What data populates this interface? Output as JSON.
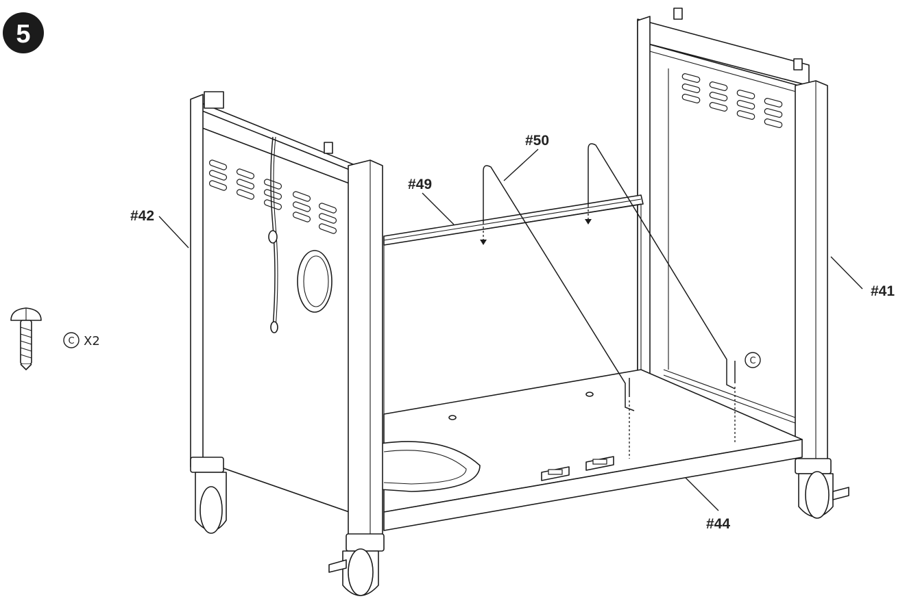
{
  "step": {
    "number": "5"
  },
  "hardware": {
    "letter": "C",
    "quantity": "X2"
  },
  "parts": {
    "p42": "#42",
    "p41": "#41",
    "p49": "#49",
    "p50": "#50",
    "p44": "#44"
  },
  "callout": {
    "letter": "C"
  },
  "icons": [
    "step-badge-icon",
    "screw-icon",
    "caster-wheel-icon"
  ]
}
